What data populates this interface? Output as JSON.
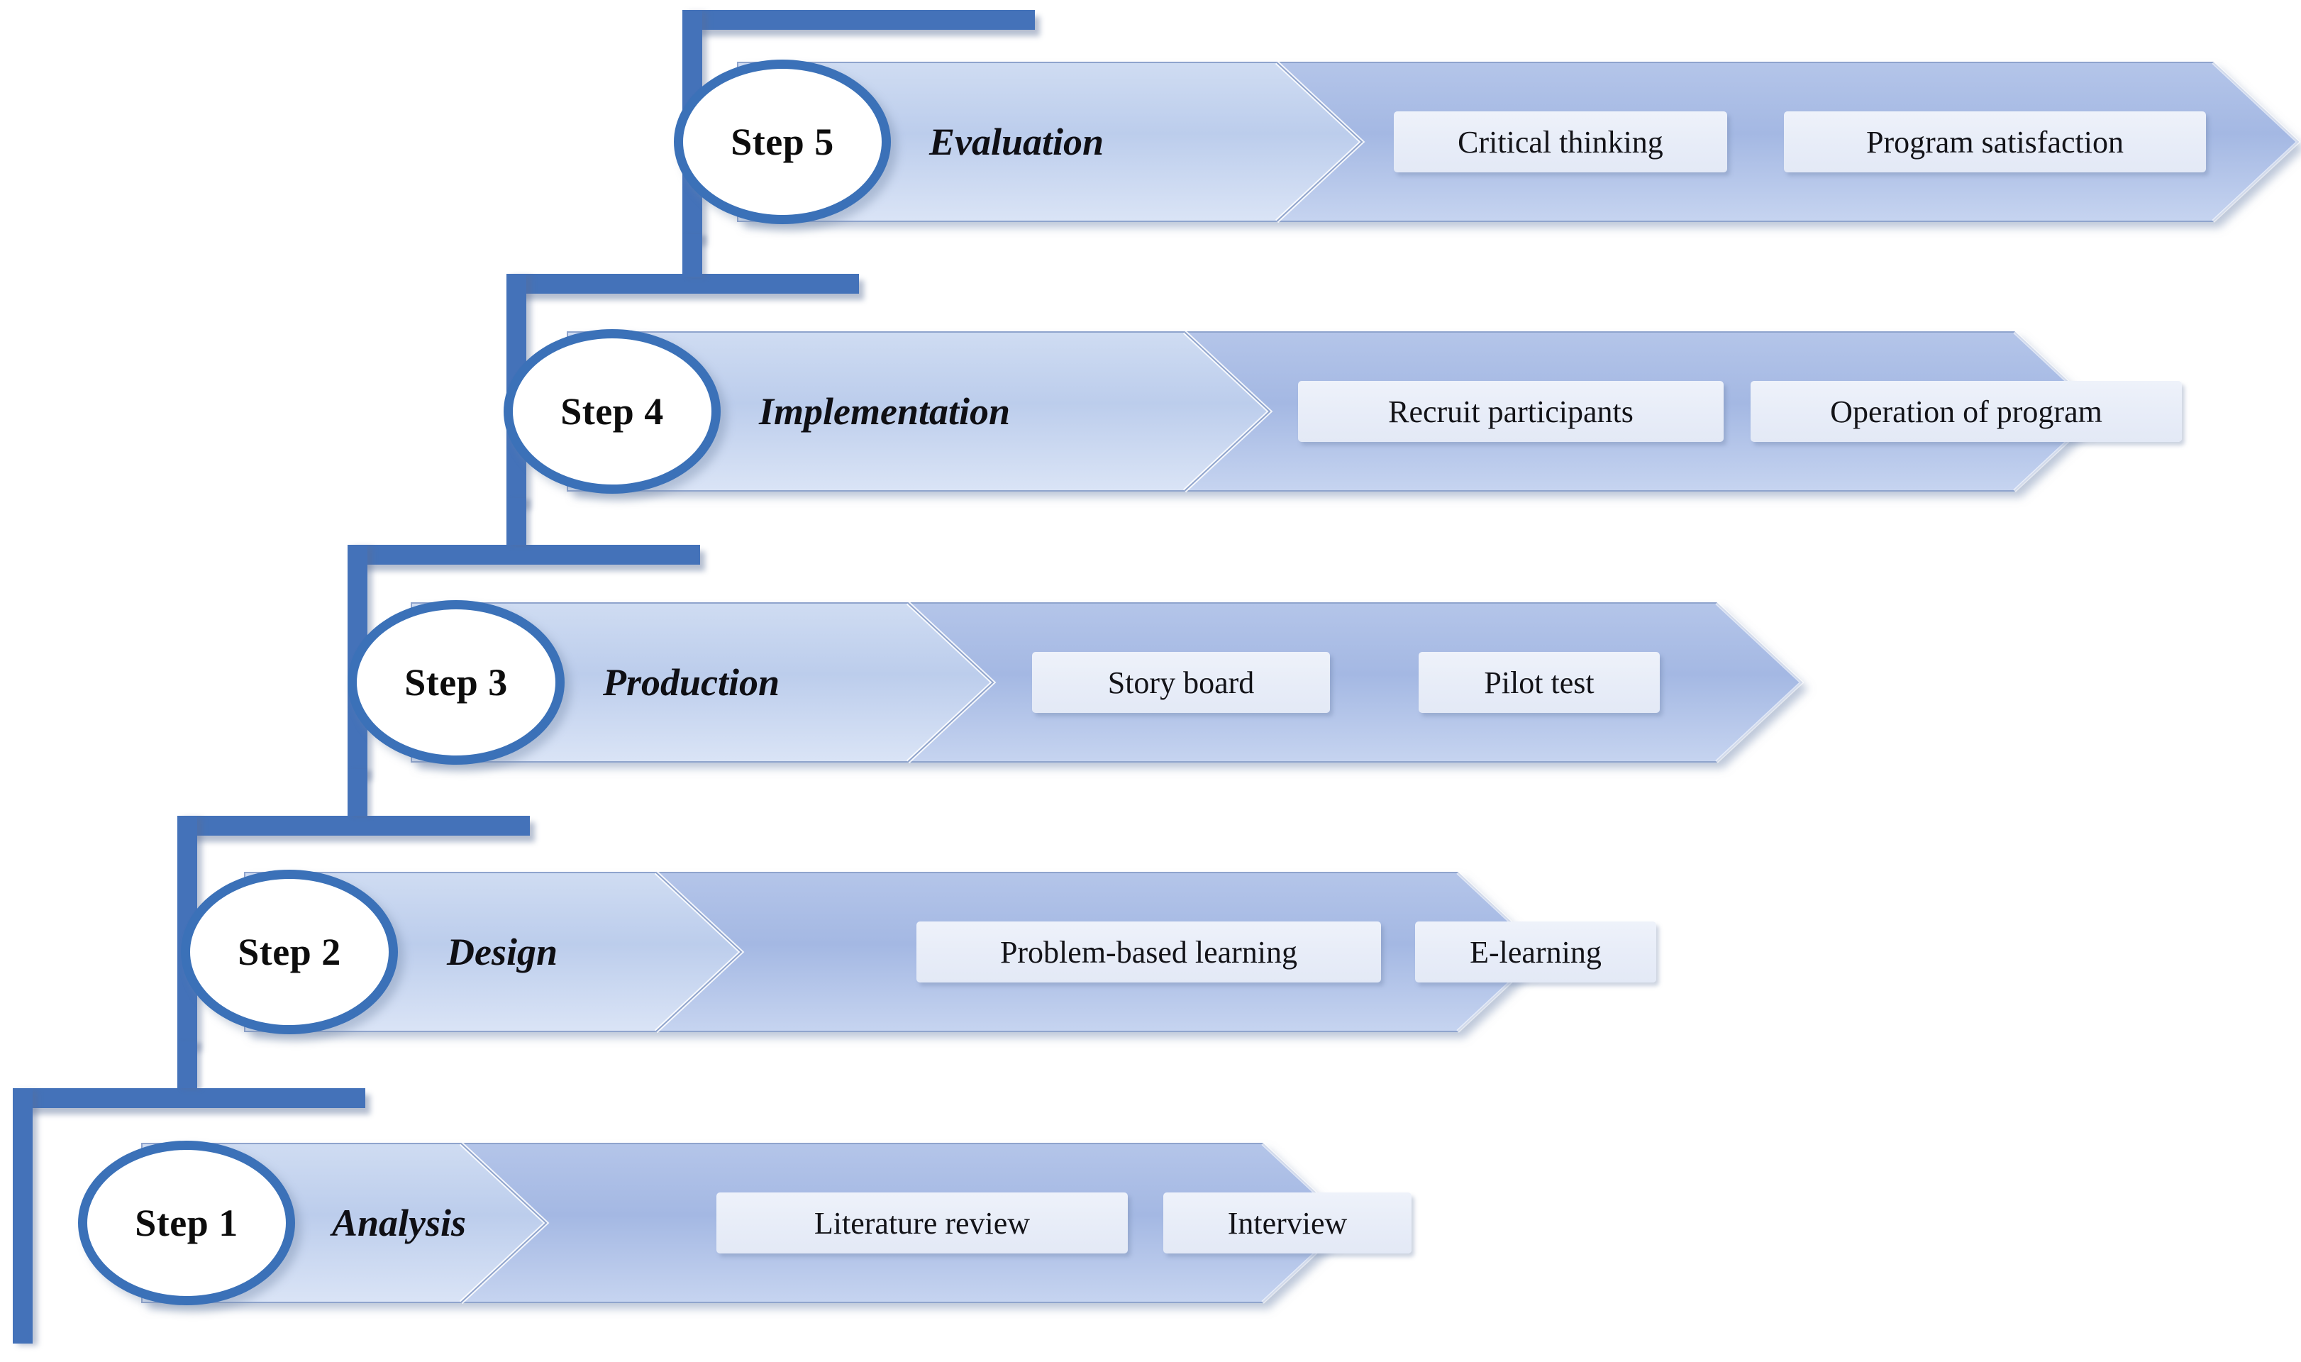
{
  "diagram": {
    "type": "staircase-process-flow",
    "orientation": "bottom-left to top-right",
    "step_count": 5,
    "colors": {
      "connector_blue": "#4472b9",
      "ellipse_border": "#3b71b8",
      "arrow_light": "#bdcdeb",
      "arrow_dark": "#a8bce6",
      "tag_fill": "#e9eef8",
      "text": "#111111",
      "background": "#ffffff"
    },
    "steps": [
      {
        "id": "step-1",
        "step_label": "Step 1",
        "phase": "Analysis",
        "activities": [
          "Literature review",
          "Interview"
        ]
      },
      {
        "id": "step-2",
        "step_label": "Step 2",
        "phase": "Design",
        "activities": [
          "Problem-based learning",
          "E-learning"
        ]
      },
      {
        "id": "step-3",
        "step_label": "Step 3",
        "phase": "Production",
        "activities": [
          "Story board",
          "Pilot test"
        ]
      },
      {
        "id": "step-4",
        "step_label": "Step 4",
        "phase": "Implementation",
        "activities": [
          "Recruit participants",
          "Operation of program"
        ]
      },
      {
        "id": "step-5",
        "step_label": "Step 5",
        "phase": "Evaluation",
        "activities": [
          "Critical thinking",
          "Program satisfaction"
        ]
      }
    ]
  }
}
